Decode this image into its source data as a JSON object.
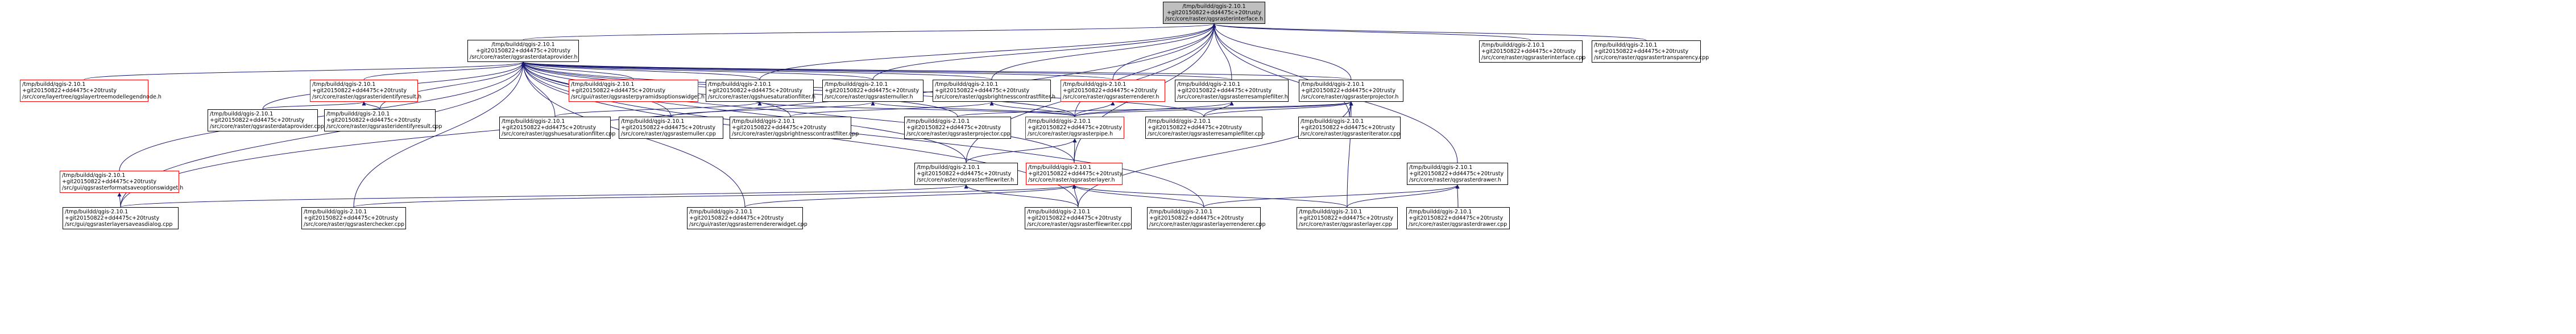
{
  "graph": {
    "colors": {
      "edge": "#191970",
      "normal_border": "#000000",
      "unlinked_border": "#ff0000",
      "root_fill": "#bfbfbf"
    },
    "nodes": [
      {
        "id": "root",
        "l1": "/tmp/buildd/qgis-2.10.1",
        "l2": "+git20150822+dd4475c+20trusty",
        "l3": "/src/core/raster/qgsrasterinterface.h",
        "kind": "root"
      },
      {
        "id": "dp",
        "l1": "/tmp/buildd/qgis-2.10.1",
        "l2": "+git20150822+dd4475c+20trusty",
        "l3": "/src/core/raster/qgsrasterdataprovider.h",
        "kind": "normal"
      },
      {
        "id": "ri_cpp",
        "l1": "/tmp/buildd/qgis-2.10.1",
        "l2": "+git20150822+dd4475c+20trusty",
        "l3": "/src/core/raster/qgsrasterinterface.cpp",
        "kind": "normal"
      },
      {
        "id": "rt_cpp",
        "l1": "/tmp/buildd/qgis-2.10.1",
        "l2": "+git20150822+dd4475c+20trusty",
        "l3": "/src/core/raster/qgsrastertransparency.cpp",
        "kind": "normal"
      },
      {
        "id": "lt",
        "l1": "/tmp/buildd/qgis-2.10.1",
        "l2": "+git20150822+dd4475c+20trusty",
        "l3": "/src/core/layertree/qgslayertreemodellegendnode.h",
        "kind": "red"
      },
      {
        "id": "ident",
        "l1": "/tmp/buildd/qgis-2.10.1",
        "l2": "+git20150822+dd4475c+20trusty",
        "l3": "/src/core/raster/qgsrasteridentifyresult.h",
        "kind": "red"
      },
      {
        "id": "pyr",
        "l1": "/tmp/buildd/qgis-2.10.1",
        "l2": "+git20150822+dd4475c+20trusty",
        "l3": "/src/gui/raster/qgsrasterpyramidsoptionswidget.h",
        "kind": "red"
      },
      {
        "id": "hue_h",
        "l1": "/tmp/buildd/qgis-2.10.1",
        "l2": "+git20150822+dd4475c+20trusty",
        "l3": "/src/core/raster/qgshuesaturationfilter.h",
        "kind": "normal"
      },
      {
        "id": "null_h",
        "l1": "/tmp/buildd/qgis-2.10.1",
        "l2": "+git20150822+dd4475c+20trusty",
        "l3": "/src/core/raster/qgsrasternuller.h",
        "kind": "normal"
      },
      {
        "id": "bc_h",
        "l1": "/tmp/buildd/qgis-2.10.1",
        "l2": "+git20150822+dd4475c+20trusty",
        "l3": "/src/core/raster/qgsbrightnesscontrastfilter.h",
        "kind": "normal"
      },
      {
        "id": "rend_h",
        "l1": "/tmp/buildd/qgis-2.10.1",
        "l2": "+git20150822+dd4475c+20trusty",
        "l3": "/src/core/raster/qgsrasterrenderer.h",
        "kind": "red"
      },
      {
        "id": "resf_h",
        "l1": "/tmp/buildd/qgis-2.10.1",
        "l2": "+git20150822+dd4475c+20trusty",
        "l3": "/src/core/raster/qgsrasterresamplefilter.h",
        "kind": "normal"
      },
      {
        "id": "proj_h",
        "l1": "/tmp/buildd/qgis-2.10.1",
        "l2": "+git20150822+dd4475c+20trusty",
        "l3": "/src/core/raster/qgsrasterprojector.h",
        "kind": "normal"
      },
      {
        "id": "dp_cpp",
        "l1": "/tmp/buildd/qgis-2.10.1",
        "l2": "+git20150822+dd4475c+20trusty",
        "l3": "/src/core/raster/qgsrasterdataprovider.cpp",
        "kind": "normal"
      },
      {
        "id": "ident_cpp",
        "l1": "/tmp/buildd/qgis-2.10.1",
        "l2": "+git20150822+dd4475c+20trusty",
        "l3": "/src/core/raster/qgsrasteridentifyresult.cpp",
        "kind": "normal"
      },
      {
        "id": "hue_cpp",
        "l1": "/tmp/buildd/qgis-2.10.1",
        "l2": "+git20150822+dd4475c+20trusty",
        "l3": "/src/core/raster/qgshuesaturationfilter.cpp",
        "kind": "normal"
      },
      {
        "id": "null_cpp",
        "l1": "/tmp/buildd/qgis-2.10.1",
        "l2": "+git20150822+dd4475c+20trusty",
        "l3": "/src/core/raster/qgsrasternuller.cpp",
        "kind": "normal"
      },
      {
        "id": "bc_cpp",
        "l1": "/tmp/buildd/qgis-2.10.1",
        "l2": "+git20150822+dd4475c+20trusty",
        "l3": "/src/core/raster/qgsbrightnesscontrastfilter.cpp",
        "kind": "normal"
      },
      {
        "id": "proj_cpp",
        "l1": "/tmp/buildd/qgis-2.10.1",
        "l2": "+git20150822+dd4475c+20trusty",
        "l3": "/src/core/raster/qgsrasterprojector.cpp",
        "kind": "normal"
      },
      {
        "id": "pipe_h",
        "l1": "/tmp/buildd/qgis-2.10.1",
        "l2": "+git20150822+dd4475c+20trusty",
        "l3": "/src/core/raster/qgsrasterpipe.h",
        "kind": "red"
      },
      {
        "id": "resf_cpp",
        "l1": "/tmp/buildd/qgis-2.10.1",
        "l2": "+git20150822+dd4475c+20trusty",
        "l3": "/src/core/raster/qgsrasterresamplefilter.cpp",
        "kind": "normal"
      },
      {
        "id": "iter_cpp",
        "l1": "/tmp/buildd/qgis-2.10.1",
        "l2": "+git20150822+dd4475c+20trusty",
        "l3": "/src/core/raster/qgsrasteriterator.cpp",
        "kind": "normal"
      },
      {
        "id": "fmt_h",
        "l1": "/tmp/buildd/qgis-2.10.1",
        "l2": "+git20150822+dd4475c+20trusty",
        "l3": "/src/gui/qgsrasterformatsaveoptionswidget.h",
        "kind": "red"
      },
      {
        "id": "fw_h",
        "l1": "/tmp/buildd/qgis-2.10.1",
        "l2": "+git20150822+dd4475c+20trusty",
        "l3": "/src/core/raster/qgsrasterfilewriter.h",
        "kind": "normal"
      },
      {
        "id": "layer_h",
        "l1": "/tmp/buildd/qgis-2.10.1",
        "l2": "+git20150822+dd4475c+20trusty",
        "l3": "/src/core/raster/qgsrasterlayer.h",
        "kind": "red"
      },
      {
        "id": "draw_h",
        "l1": "/tmp/buildd/qgis-2.10.1",
        "l2": "+git20150822+dd4475c+20trusty",
        "l3": "/src/core/raster/qgsrasterdrawer.h",
        "kind": "normal"
      },
      {
        "id": "save_cpp",
        "l1": "/tmp/buildd/qgis-2.10.1",
        "l2": "+git20150822+dd4475c+20trusty",
        "l3": "/src/gui/qgsrasterlayersaveasdialog.cpp",
        "kind": "normal"
      },
      {
        "id": "check_cpp",
        "l1": "/tmp/buildd/qgis-2.10.1",
        "l2": "+git20150822+dd4475c+20trusty",
        "l3": "/src/core/raster/qgsrasterchecker.cpp",
        "kind": "normal"
      },
      {
        "id": "rrw_cpp",
        "l1": "/tmp/buildd/qgis-2.10.1",
        "l2": "+git20150822+dd4475c+20trusty",
        "l3": "/src/gui/raster/qgsrasterrendererwidget.cpp",
        "kind": "normal"
      },
      {
        "id": "fw_cpp",
        "l1": "/tmp/buildd/qgis-2.10.1",
        "l2": "+git20150822+dd4475c+20trusty",
        "l3": "/src/core/raster/qgsrasterfilewriter.cpp",
        "kind": "normal"
      },
      {
        "id": "lr_cpp",
        "l1": "/tmp/buildd/qgis-2.10.1",
        "l2": "+git20150822+dd4475c+20trusty",
        "l3": "/src/core/raster/qgsrasterlayerrenderer.cpp",
        "kind": "normal"
      },
      {
        "id": "layer_cpp",
        "l1": "/tmp/buildd/qgis-2.10.1",
        "l2": "+git20150822+dd4475c+20trusty",
        "l3": "/src/core/raster/qgsrasterlayer.cpp",
        "kind": "normal"
      },
      {
        "id": "draw_cpp",
        "l1": "/tmp/buildd/qgis-2.10.1",
        "l2": "+git20150822+dd4475c+20trusty",
        "l3": "/src/core/raster/qgsrasterdrawer.cpp",
        "kind": "normal"
      }
    ],
    "edges": [
      [
        "root",
        "dp"
      ],
      [
        "root",
        "ri_cpp"
      ],
      [
        "root",
        "rt_cpp"
      ],
      [
        "root",
        "hue_h"
      ],
      [
        "root",
        "null_h"
      ],
      [
        "root",
        "bc_h"
      ],
      [
        "root",
        "rend_h"
      ],
      [
        "root",
        "resf_h"
      ],
      [
        "root",
        "proj_h"
      ],
      [
        "root",
        "pipe_h"
      ],
      [
        "root",
        "fw_h"
      ],
      [
        "root",
        "layer_h"
      ],
      [
        "root",
        "draw_h"
      ],
      [
        "root",
        "iter_cpp"
      ],
      [
        "root",
        "save_cpp"
      ],
      [
        "dp",
        "lt"
      ],
      [
        "dp",
        "ident"
      ],
      [
        "dp",
        "pyr"
      ],
      [
        "dp",
        "hue_h"
      ],
      [
        "dp",
        "null_h"
      ],
      [
        "dp",
        "bc_h"
      ],
      [
        "dp",
        "rend_h"
      ],
      [
        "dp",
        "resf_h"
      ],
      [
        "dp",
        "proj_h"
      ],
      [
        "dp",
        "dp_cpp"
      ],
      [
        "dp",
        "ident_cpp"
      ],
      [
        "dp",
        "hue_cpp"
      ],
      [
        "dp",
        "null_cpp"
      ],
      [
        "dp",
        "bc_cpp"
      ],
      [
        "dp",
        "proj_cpp"
      ],
      [
        "dp",
        "pipe_h"
      ],
      [
        "dp",
        "resf_cpp"
      ],
      [
        "dp",
        "fmt_h"
      ],
      [
        "dp",
        "fw_h"
      ],
      [
        "dp",
        "layer_h"
      ],
      [
        "dp",
        "save_cpp"
      ],
      [
        "dp",
        "check_cpp"
      ],
      [
        "dp",
        "rrw_cpp"
      ],
      [
        "dp",
        "fw_cpp"
      ],
      [
        "dp",
        "lr_cpp"
      ],
      [
        "ident",
        "dp_cpp"
      ],
      [
        "ident",
        "ident_cpp"
      ],
      [
        "hue_h",
        "hue_cpp"
      ],
      [
        "hue_h",
        "pipe_h"
      ],
      [
        "null_h",
        "null_cpp"
      ],
      [
        "null_h",
        "pipe_h"
      ],
      [
        "bc_h",
        "bc_cpp"
      ],
      [
        "bc_h",
        "pipe_h"
      ],
      [
        "rend_h",
        "pipe_h"
      ],
      [
        "resf_h",
        "pipe_h"
      ],
      [
        "resf_h",
        "resf_cpp"
      ],
      [
        "proj_h",
        "proj_cpp"
      ],
      [
        "proj_h",
        "pipe_h"
      ],
      [
        "proj_h",
        "iter_cpp"
      ],
      [
        "proj_h",
        "layer_cpp"
      ],
      [
        "proj_h",
        "fw_cpp"
      ],
      [
        "proj_h",
        "resf_cpp"
      ],
      [
        "pipe_h",
        "fw_h"
      ],
      [
        "pipe_h",
        "layer_h"
      ],
      [
        "fmt_h",
        "save_cpp"
      ],
      [
        "fw_h",
        "fw_cpp"
      ],
      [
        "fw_h",
        "save_cpp"
      ],
      [
        "layer_h",
        "check_cpp"
      ],
      [
        "layer_h",
        "rrw_cpp"
      ],
      [
        "layer_h",
        "fw_cpp"
      ],
      [
        "layer_h",
        "lr_cpp"
      ],
      [
        "layer_h",
        "layer_cpp"
      ],
      [
        "draw_h",
        "draw_cpp"
      ],
      [
        "draw_h",
        "lr_cpp"
      ],
      [
        "draw_h",
        "layer_cpp"
      ]
    ]
  }
}
